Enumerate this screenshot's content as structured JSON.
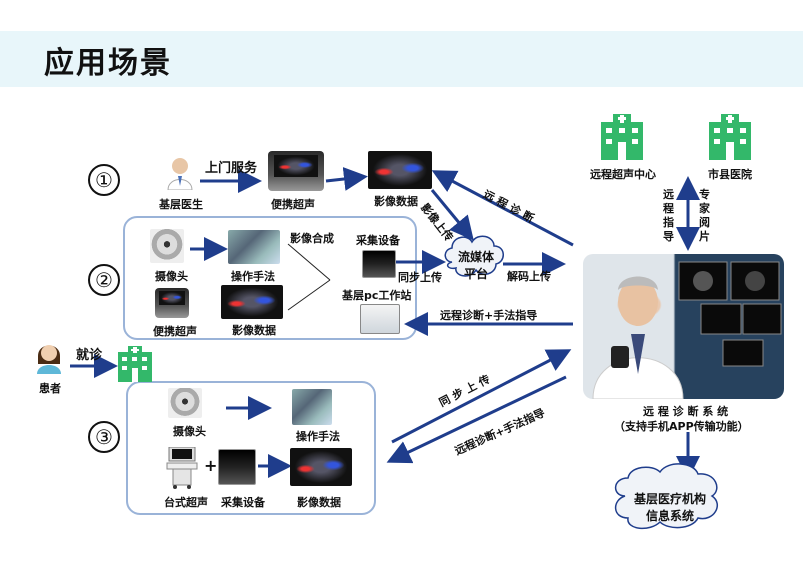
{
  "title": "应用场景",
  "scenarios": [
    "①",
    "②",
    "③"
  ],
  "row1": {
    "doctor": "基层医生",
    "home_service": "上门服务",
    "portable_us": "便携超声",
    "image_data": "影像数据",
    "image_upload": "影像上传",
    "remote_diag": "远 程 诊 断"
  },
  "row2": {
    "camera": "摄像头",
    "operation": "操作手法",
    "portable_us": "便携超声",
    "image_data": "影像数据",
    "image_compose": "影像合成",
    "capture_device": "采集设备",
    "pc_station": "基层pc工作站",
    "sync_upload": "同步上传",
    "stream_platform_line1": "流媒体",
    "stream_platform_line2": "平台",
    "decode_upload": "解码上传",
    "remote_guide": "远程诊断+手法指导"
  },
  "patient": {
    "label": "患者",
    "visit": "就诊"
  },
  "row3": {
    "camera": "摄像头",
    "operation": "操作手法",
    "cart_us": "台式超声",
    "plus": "+",
    "capture_device": "采集设备",
    "image_data": "影像数据",
    "sync_upload": "同 步 上 传",
    "remote_guide": "远程诊断+手法指导"
  },
  "right": {
    "remote_center": "远程超声中心",
    "county_hospital": "市县医院",
    "remote_guidance_vertical": "远程指导",
    "expert_review_vertical": "专家阅片",
    "system_line1": "远 程 诊 断 系 统",
    "system_line2": "（支持手机APP传输功能）",
    "info_line1": "基层医疗机构",
    "info_line2": "信息系统"
  },
  "colors": {
    "arrow": "#1f3d8c",
    "panel_border": "#9ab3d8",
    "title_bg": "#e8f6fa",
    "hospital_green": "#33b86a"
  }
}
